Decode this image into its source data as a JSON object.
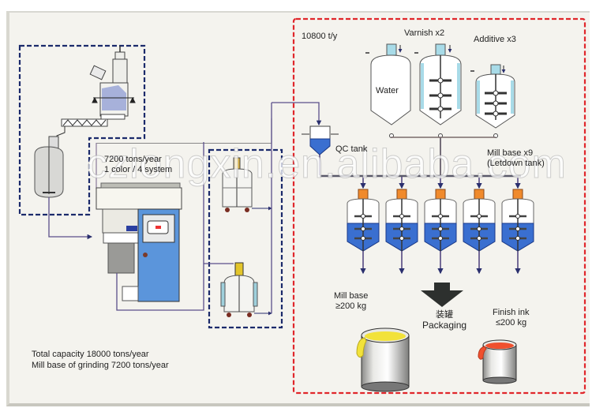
{
  "diagram": {
    "title": "Ink production line flow diagram",
    "colors": {
      "grinding_section_border": "#1b2a6b",
      "letdown_section_border": "#e0262b",
      "pipe": "#4a3d7a",
      "liquid_blue": "#3a6fd0",
      "motor_orange": "#f08a2c",
      "mill_blue": "#5b95db",
      "mill_base_paint": "#f2e23a",
      "finish_ink_paint": "#f0502e",
      "arrow_dark": "#2d302e"
    },
    "grinding_section": {
      "capacity_label": "7200 tons/year",
      "system_label": "1 color / 4 system",
      "equipment": [
        "powder-feeder",
        "screw-conveyor",
        "premix-tank",
        "bead-mill",
        "mobile-tank-1",
        "mobile-tank-2"
      ]
    },
    "letdown_section": {
      "capacity_label": "10800 t/y",
      "varnish_label": "Varnish x2",
      "additive_label": "Additive x3",
      "water_tank_label": "Water",
      "qc_tank_label": "QC tank",
      "mill_base_tanks_label": "Mill base x9",
      "letdown_tank_label": "(Letdown tank)",
      "letdown_tank_count_shown": 5
    },
    "output": {
      "mill_base_label": "Mill base",
      "mill_base_weight": "≥200 kg",
      "packaging_cn": "装罐",
      "packaging_label": "Packaging",
      "finish_ink_label": "Finish ink",
      "finish_ink_weight": "≤200 kg"
    },
    "footer": {
      "total_capacity": "Total capacity 18000 tons/year",
      "grinding_capacity": "Mill base of grinding 7200 tons/year"
    },
    "watermark": "czlongxin.en.alibaba.com"
  }
}
